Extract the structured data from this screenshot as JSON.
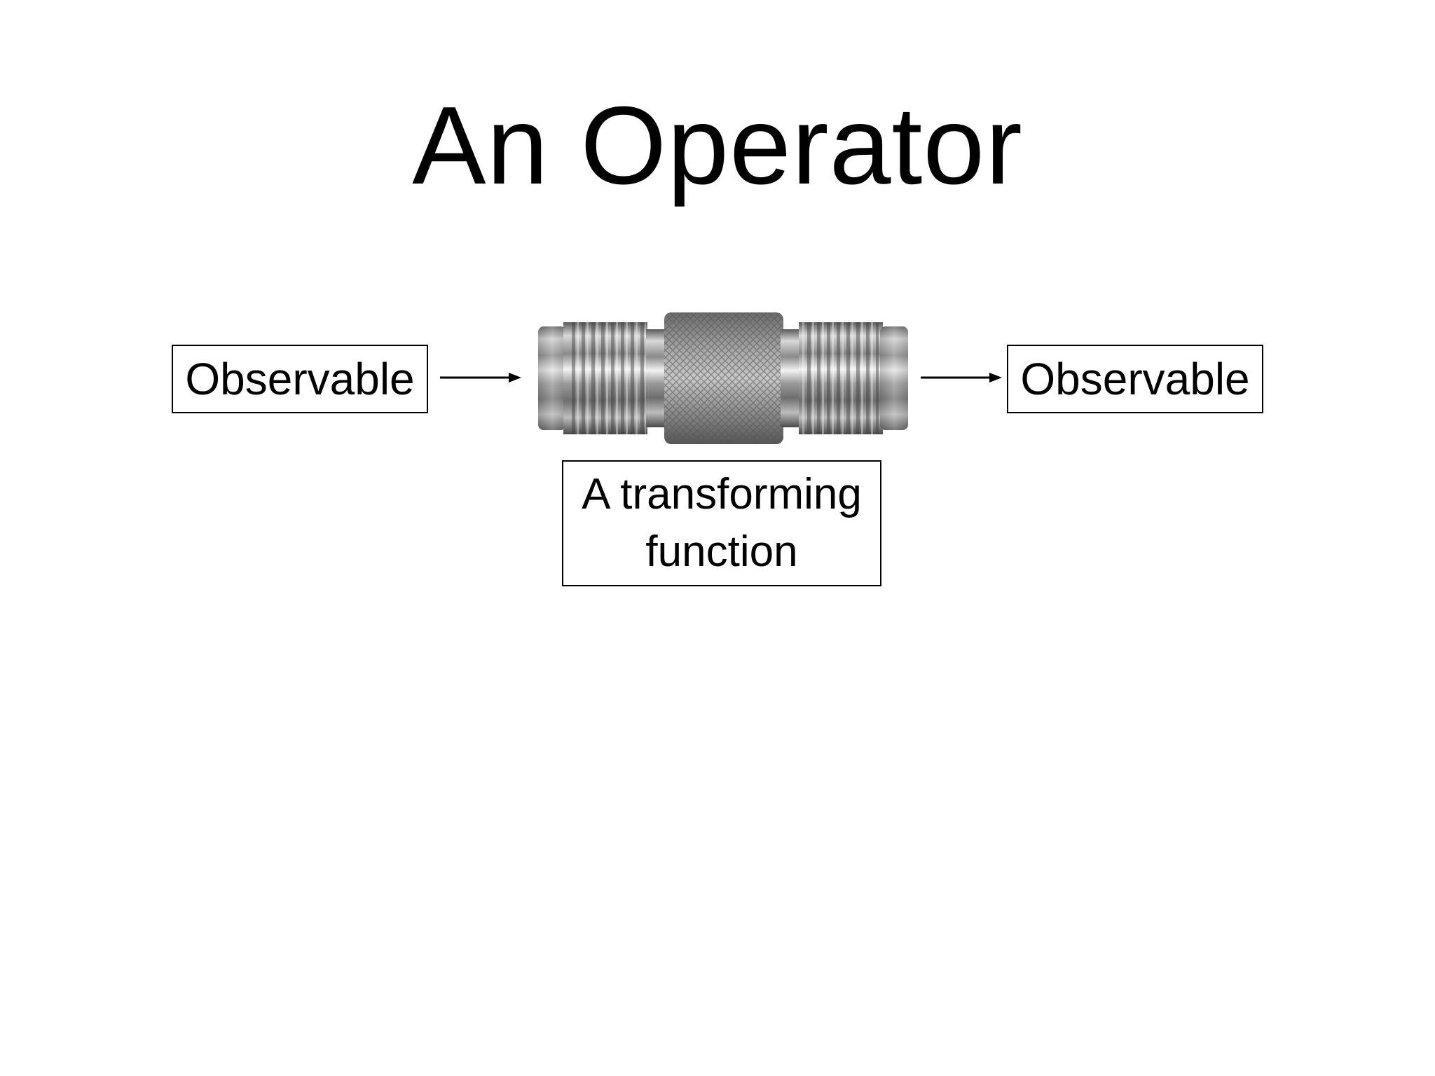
{
  "slide": {
    "title": "An Operator"
  },
  "diagram": {
    "input_label": "Observable",
    "output_label": "Observable",
    "operator_label_line1": "A transforming",
    "operator_label_line2": "function",
    "operator_image": "coaxial-connector-adapter-image",
    "arrow_icon": "right-arrow-icon"
  }
}
